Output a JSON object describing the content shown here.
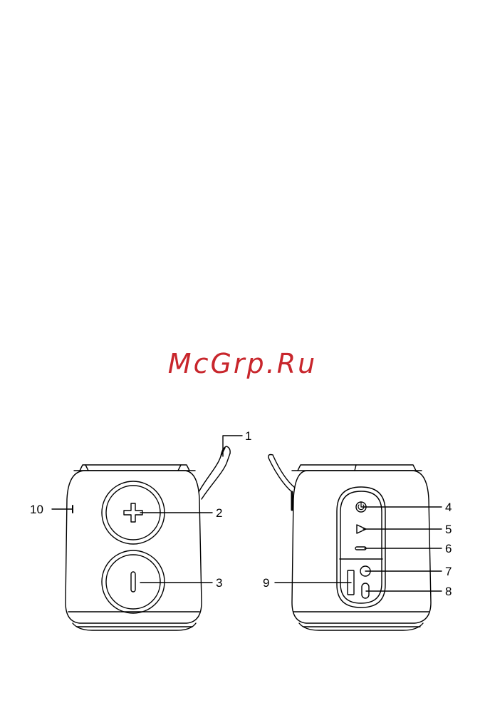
{
  "watermark": {
    "text": "McGrp.Ru",
    "color": "#c8262c"
  },
  "colors": {
    "line": "#000000",
    "background": "#ffffff"
  },
  "callouts": {
    "c1": "1",
    "c2": "2",
    "c3": "3",
    "c4": "4",
    "c5": "5",
    "c6": "6",
    "c7": "7",
    "c8": "8",
    "c9": "9",
    "c10": "10"
  },
  "icons": {
    "volume_up": "plus-icon",
    "volume_down": "minus-icon",
    "power": "power-icon",
    "play": "play-icon",
    "led": "led-indicator-icon",
    "aux": "aux-port-icon",
    "usb_c": "usb-c-port-icon",
    "cover": "port-cover-icon"
  }
}
